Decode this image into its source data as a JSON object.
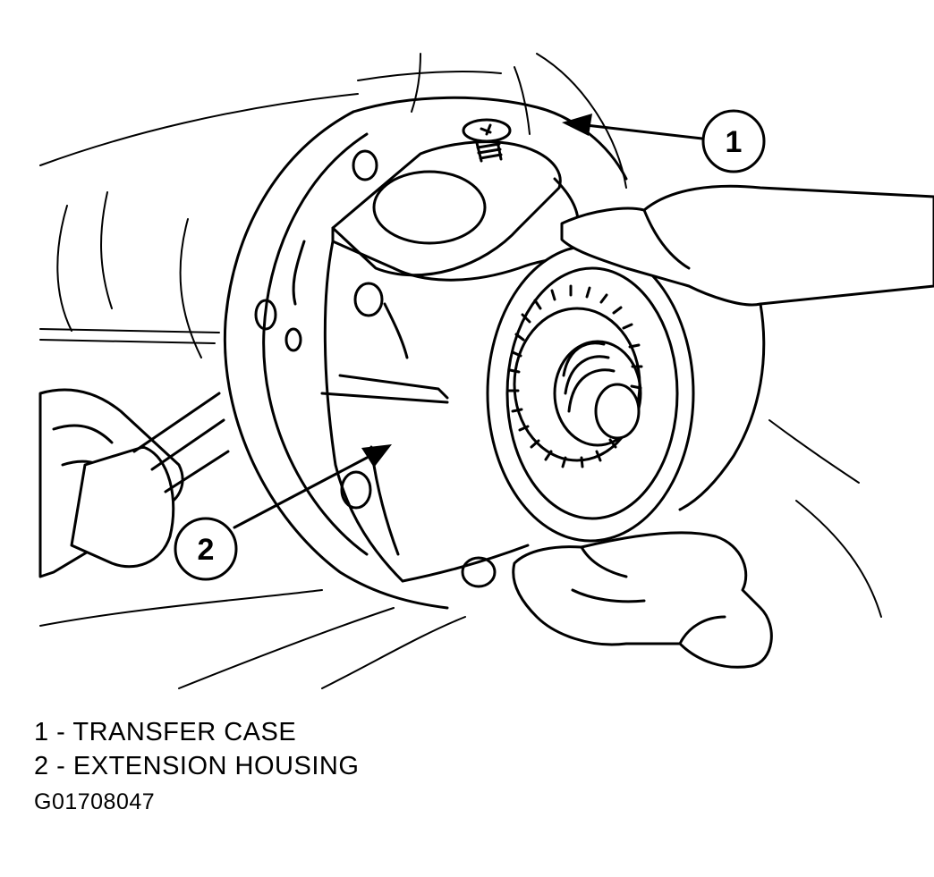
{
  "callouts": [
    {
      "number": "1"
    },
    {
      "number": "2"
    }
  ],
  "legend": [
    {
      "text": "1 - TRANSFER CASE"
    },
    {
      "text": "2 - EXTENSION HOUSING"
    }
  ],
  "figure_id": "G01708047"
}
